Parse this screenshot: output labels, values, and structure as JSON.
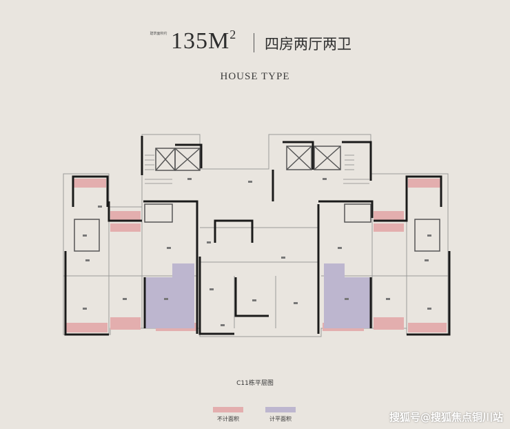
{
  "header": {
    "area_caption": "建筑面积约",
    "area_value": "135M",
    "area_superscript": "2",
    "layout_type": "四房两厅两卫",
    "subtitle": "HOUSE TYPE"
  },
  "plan": {
    "caption": "C11栋平层图"
  },
  "legend": {
    "items": [
      {
        "label": "不计面积",
        "color": "#e3aeae"
      },
      {
        "label": "计平面积",
        "color": "#bdb6cf"
      }
    ]
  },
  "watermark": "搜狐号@搜狐焦点铜川站",
  "colors": {
    "background": "#e9e5df",
    "wall": "#1a1a1a",
    "outline": "#8a8a8a",
    "not_counted_area": "#e3aeae",
    "counted_area": "#bdb6cf"
  }
}
